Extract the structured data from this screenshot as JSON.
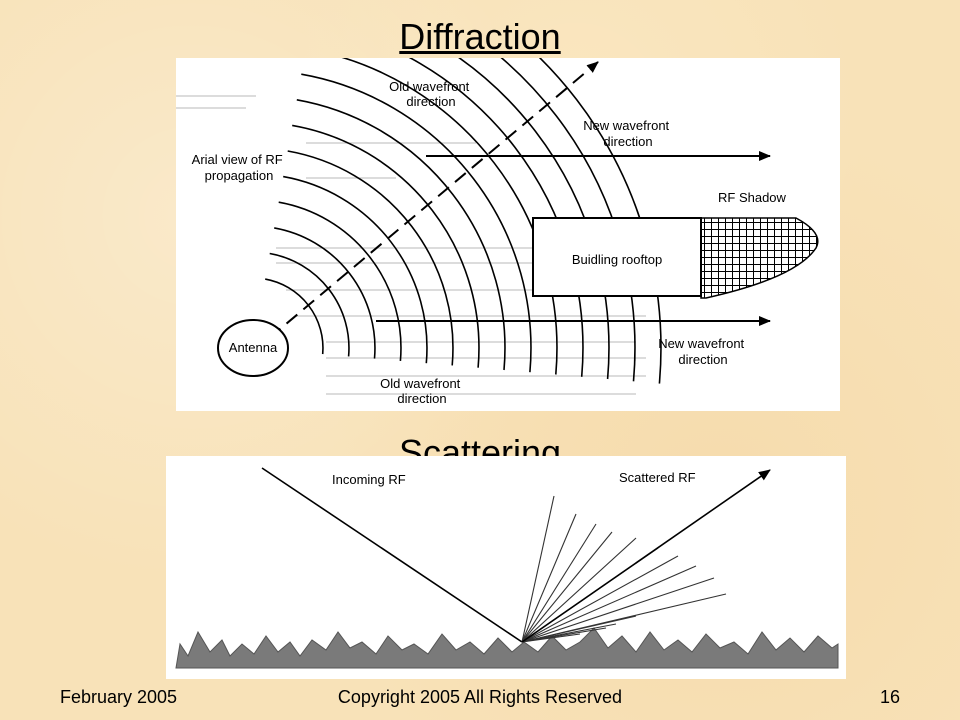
{
  "slide": {
    "title_diffraction": "Diffraction",
    "title_scattering": "Scattering"
  },
  "diffraction": {
    "old_wavefront_top": [
      "Old wavefront",
      "direction"
    ],
    "new_wavefront_top": [
      "New wavefront",
      "direction"
    ],
    "arial_view": [
      "Arial view of RF",
      "propagation"
    ],
    "rf_shadow": "RF Shadow",
    "building": "Buidling rooftop",
    "antenna": "Antenna",
    "new_wavefront_bottom": [
      "New wavefront",
      "direction"
    ],
    "old_wavefront_bottom": [
      "Old wavefront",
      "direction"
    ]
  },
  "scattering": {
    "incoming": "Incoming RF",
    "scattered": "Scattered RF"
  },
  "footer": {
    "date": "February 2005",
    "copyright": "Copyright 2005 All Rights Reserved",
    "page": "16"
  }
}
